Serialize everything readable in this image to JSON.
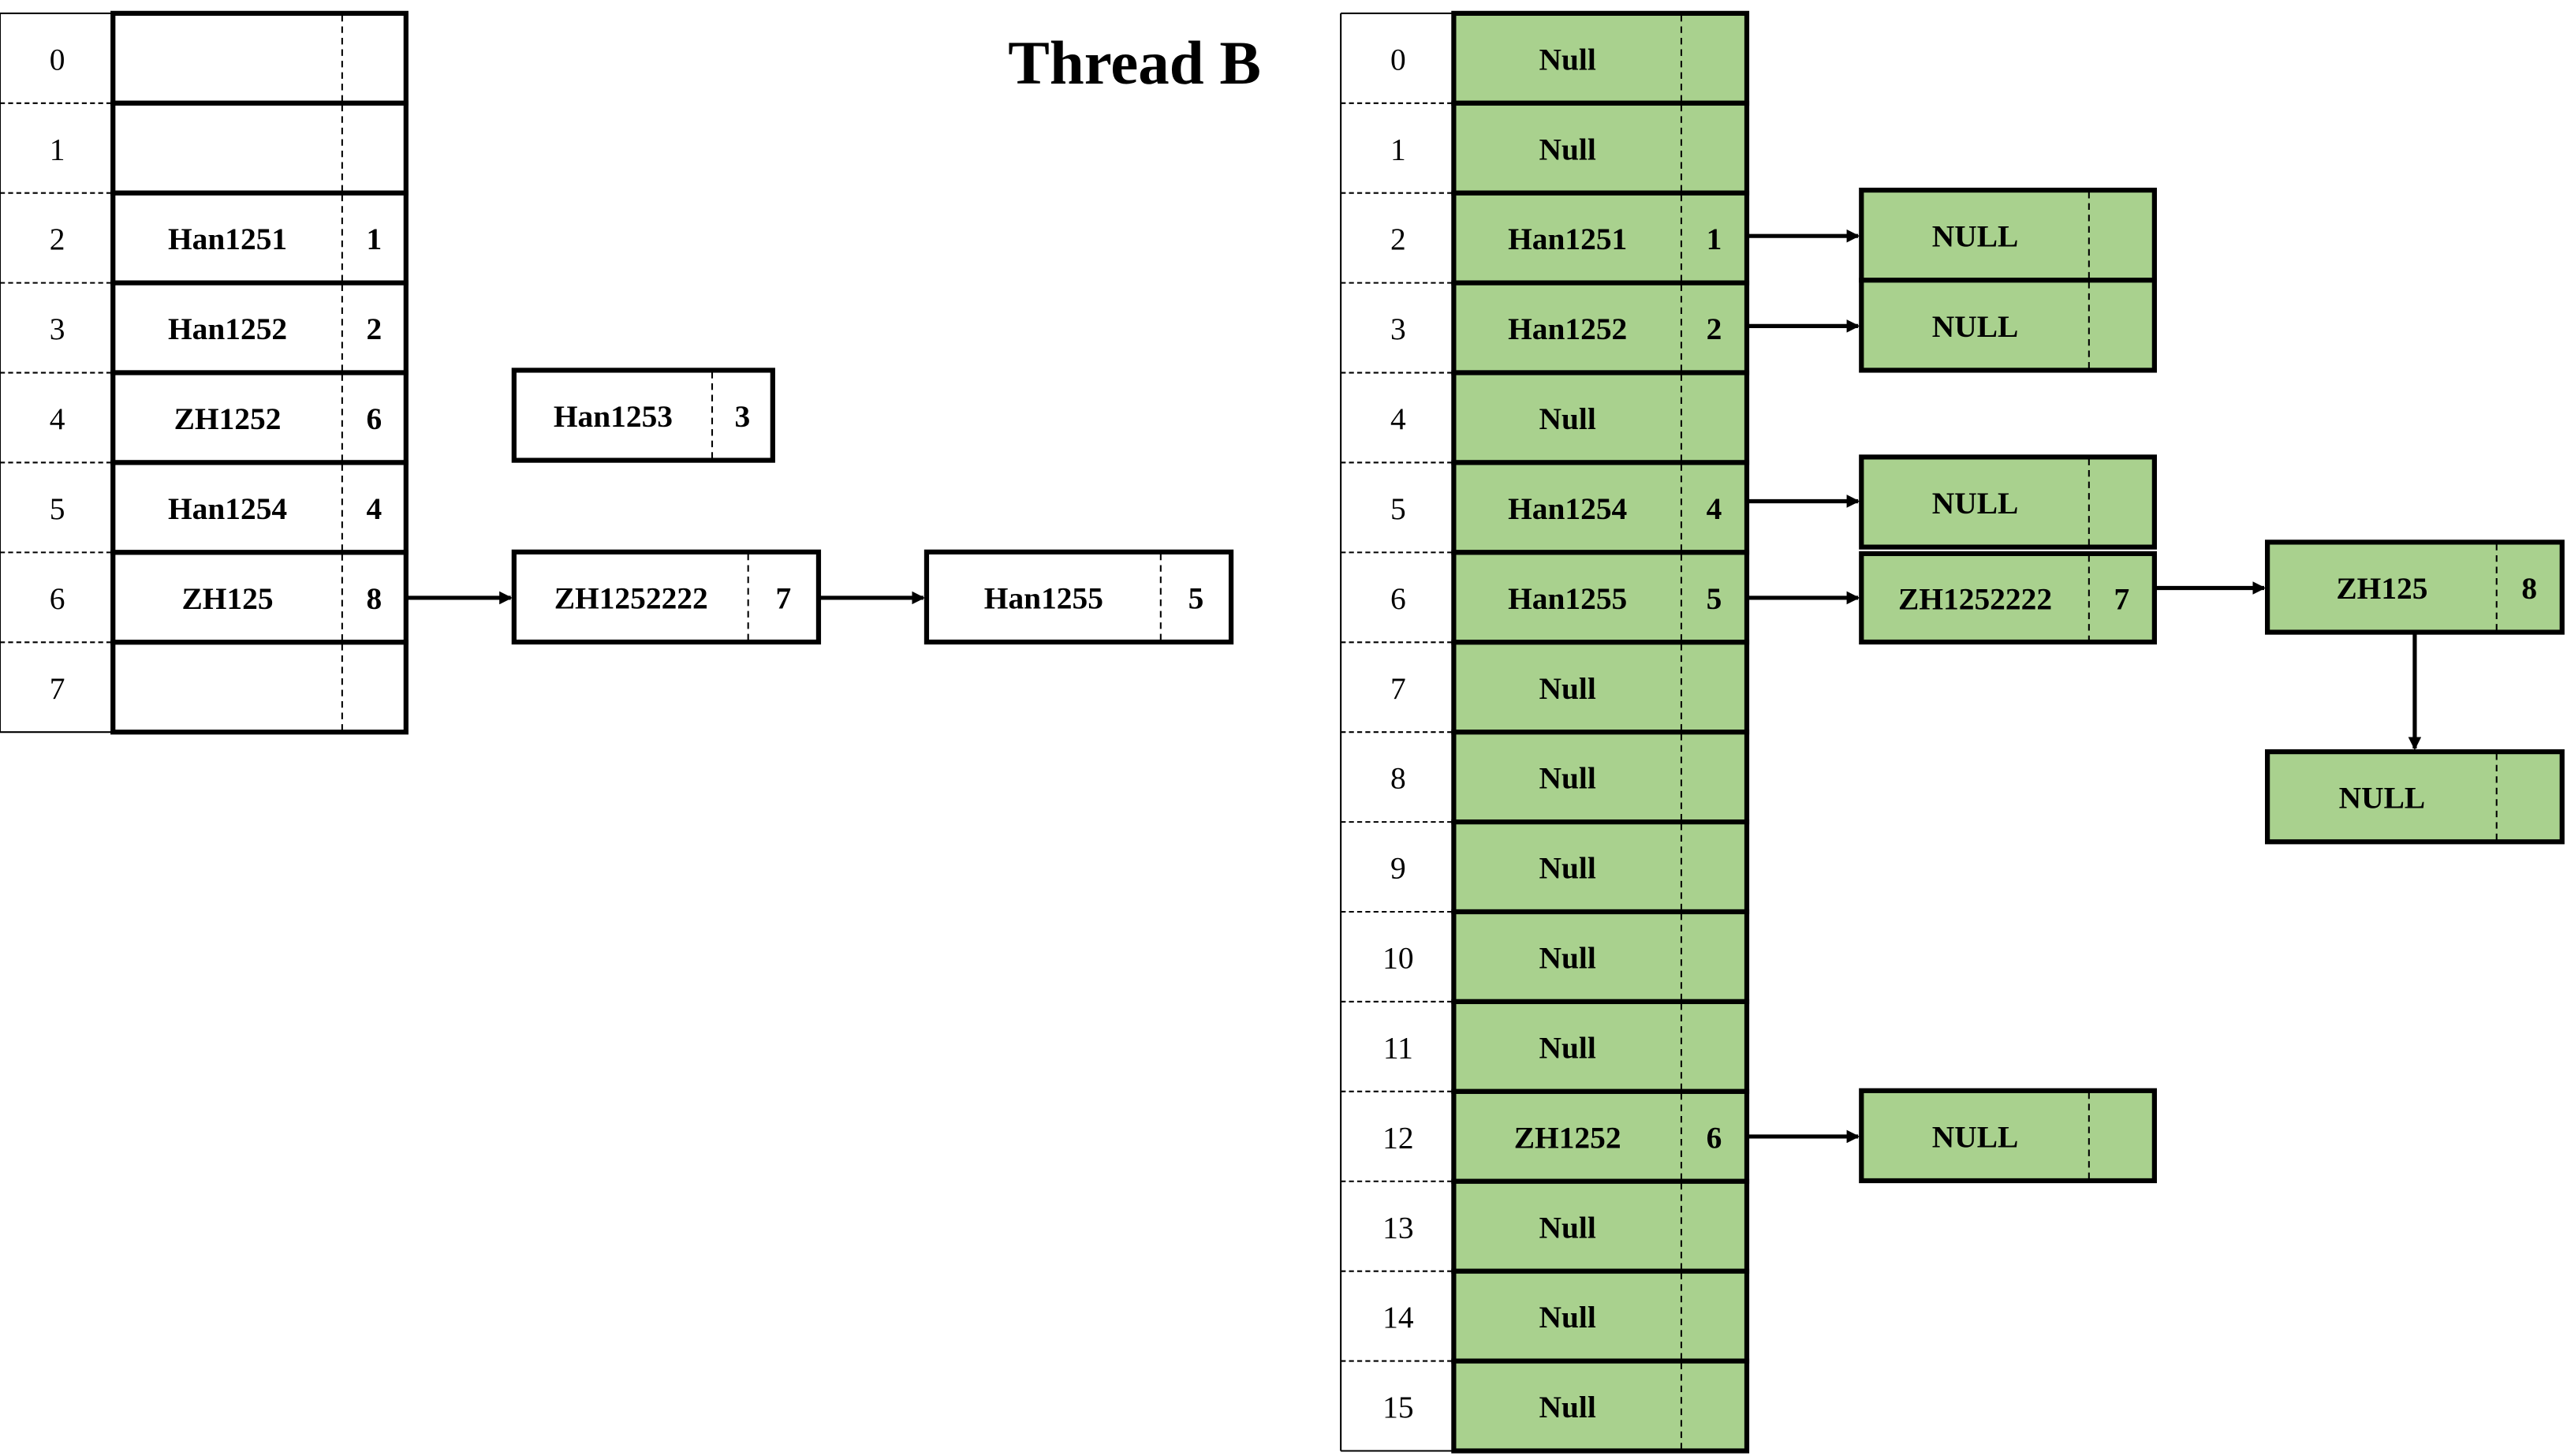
{
  "title": "Thread B",
  "colors": {
    "node_fill": "#a9d18e",
    "stroke": "#000000"
  },
  "left_table": {
    "rows": [
      {
        "index": "0",
        "key": "",
        "value": ""
      },
      {
        "index": "1",
        "key": "",
        "value": ""
      },
      {
        "index": "2",
        "key": "Han1251",
        "value": "1"
      },
      {
        "index": "3",
        "key": "Han1252",
        "value": "2"
      },
      {
        "index": "4",
        "key": "ZH1252",
        "value": "6"
      },
      {
        "index": "5",
        "key": "Han1254",
        "value": "4"
      },
      {
        "index": "6",
        "key": "ZH125",
        "value": "8"
      },
      {
        "index": "7",
        "key": "",
        "value": ""
      }
    ],
    "nodes": [
      {
        "key": "Han1253",
        "value": "3"
      },
      {
        "key": "ZH1252222",
        "value": "7"
      },
      {
        "key": "Han1255",
        "value": "5"
      }
    ]
  },
  "right_table": {
    "rows": [
      {
        "index": "0",
        "key": "Null",
        "value": ""
      },
      {
        "index": "1",
        "key": "Null",
        "value": ""
      },
      {
        "index": "2",
        "key": "Han1251",
        "value": "1"
      },
      {
        "index": "3",
        "key": "Han1252",
        "value": "2"
      },
      {
        "index": "4",
        "key": "Null",
        "value": ""
      },
      {
        "index": "5",
        "key": "Han1254",
        "value": "4"
      },
      {
        "index": "6",
        "key": "Han1255",
        "value": "5"
      },
      {
        "index": "7",
        "key": "Null",
        "value": ""
      },
      {
        "index": "8",
        "key": "Null",
        "value": ""
      },
      {
        "index": "9",
        "key": "Null",
        "value": ""
      },
      {
        "index": "10",
        "key": "Null",
        "value": ""
      },
      {
        "index": "11",
        "key": "Null",
        "value": ""
      },
      {
        "index": "12",
        "key": "ZH1252",
        "value": "6"
      },
      {
        "index": "13",
        "key": "Null",
        "value": ""
      },
      {
        "index": "14",
        "key": "Null",
        "value": ""
      },
      {
        "index": "15",
        "key": "Null",
        "value": ""
      }
    ],
    "nodes": [
      {
        "key": "NULL",
        "value": ""
      },
      {
        "key": "NULL",
        "value": ""
      },
      {
        "key": "NULL",
        "value": ""
      },
      {
        "key": "ZH1252222",
        "value": "7"
      },
      {
        "key": "ZH125",
        "value": "8"
      },
      {
        "key": "NULL",
        "value": ""
      },
      {
        "key": "NULL",
        "value": ""
      }
    ]
  }
}
